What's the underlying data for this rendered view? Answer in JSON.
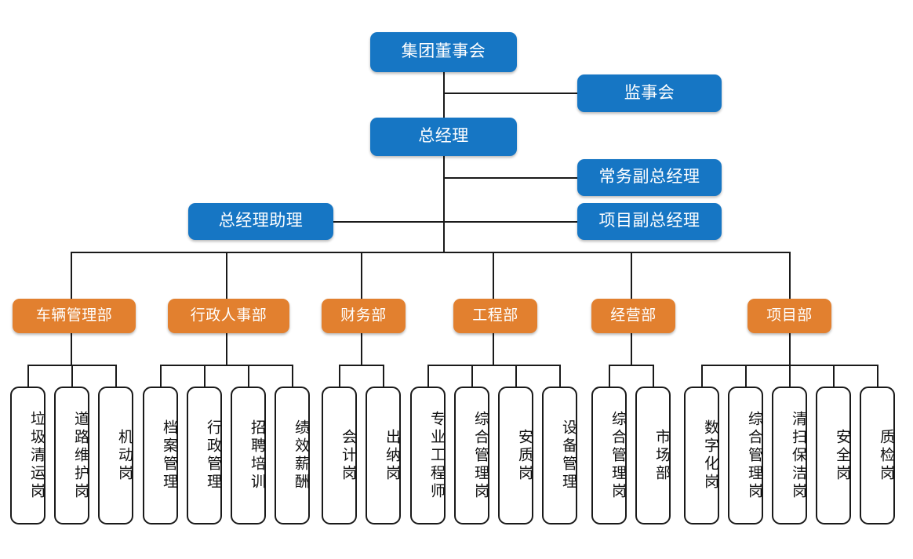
{
  "colors": {
    "blue": "#1676c4",
    "orange": "#e2802f",
    "line": "#1a1a1a",
    "leaf_bg": "#ffffff",
    "leaf_text": "#111111"
  },
  "top": {
    "board": "集团董事会",
    "supervisory": "监事会",
    "general_manager": "总经理",
    "executive_deputy": "常务副总经理",
    "project_deputy": "项目副总经理",
    "gm_assistant": "总经理助理"
  },
  "departments": [
    {
      "name": "车辆管理部",
      "positions": [
        "垃圾清运岗",
        "道路维护岗",
        "机动岗"
      ]
    },
    {
      "name": "行政人事部",
      "positions": [
        "档案管理",
        "行政管理",
        "招聘培训",
        "绩效薪酬"
      ]
    },
    {
      "name": "财务部",
      "positions": [
        "会计岗",
        "出纳岗"
      ]
    },
    {
      "name": "工程部",
      "positions": [
        "专业工程师",
        "综合管理岗",
        "安质岗",
        "设备管理"
      ]
    },
    {
      "name": "经营部",
      "positions": [
        "综合管理岗",
        "市场部"
      ]
    },
    {
      "name": "项目部",
      "positions": [
        "数字化岗",
        "综合管理岗",
        "清扫保洁岗",
        "安全岗",
        "质检岗"
      ]
    }
  ]
}
